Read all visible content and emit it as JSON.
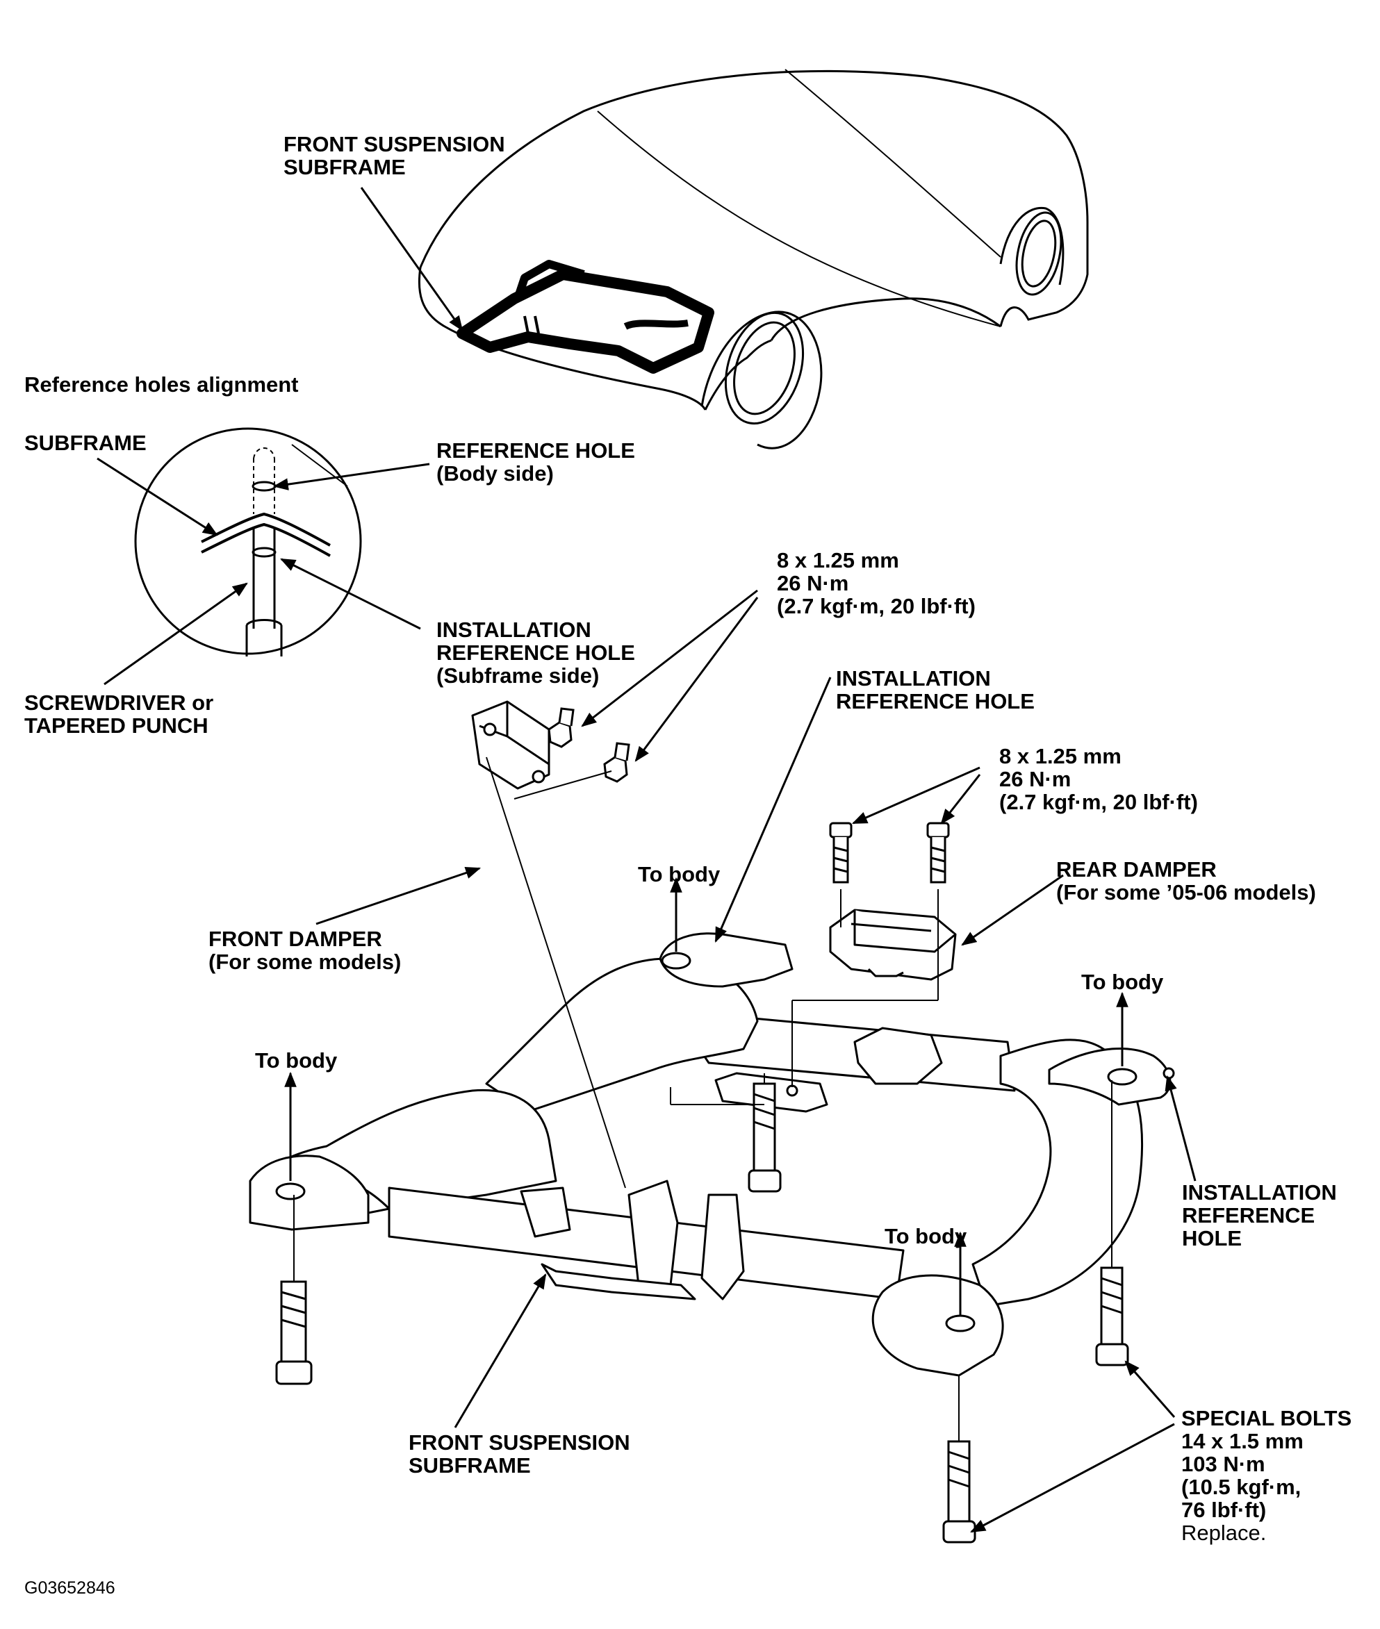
{
  "labels": {
    "top_subframe": [
      "FRONT SUSPENSION",
      "SUBFRAME"
    ],
    "ref_title": "Reference holes alignment",
    "subframe": "SUBFRAME",
    "ref_hole": [
      "REFERENCE HOLE",
      "(Body side)"
    ],
    "install_ref_hole_sub": [
      "INSTALLATION",
      "REFERENCE HOLE",
      "(Subframe side)"
    ],
    "screwdriver": [
      "SCREWDRIVER or",
      "TAPERED PUNCH"
    ],
    "bolt_spec_front": [
      "8 x 1.25 mm",
      "26 N·m",
      "(2.7 kgf·m, 20 lbf·ft)"
    ],
    "install_ref_hole_top": [
      "INSTALLATION",
      "REFERENCE HOLE"
    ],
    "bolt_spec_rear": [
      "8 x 1.25 mm",
      "26 N·m",
      "(2.7 kgf·m, 20 lbf·ft)"
    ],
    "rear_damper": [
      "REAR DAMPER",
      "(For some ’05-06 models)"
    ],
    "front_damper": [
      "FRONT DAMPER",
      "(For some models)"
    ],
    "to_body_1": "To body",
    "to_body_2": "To body",
    "to_body_3": "To body",
    "to_body_4": "To body",
    "install_ref_hole_right": [
      "INSTALLATION",
      "REFERENCE",
      "HOLE"
    ],
    "bottom_subframe": [
      "FRONT SUSPENSION",
      "SUBFRAME"
    ],
    "special_bolts": [
      "SPECIAL BOLTS",
      "14 x 1.5 mm",
      "103 N·m",
      "(10.5 kgf·m,",
      "76 lbf·ft)"
    ],
    "replace": "Replace.",
    "figure_id": "G03652846"
  }
}
